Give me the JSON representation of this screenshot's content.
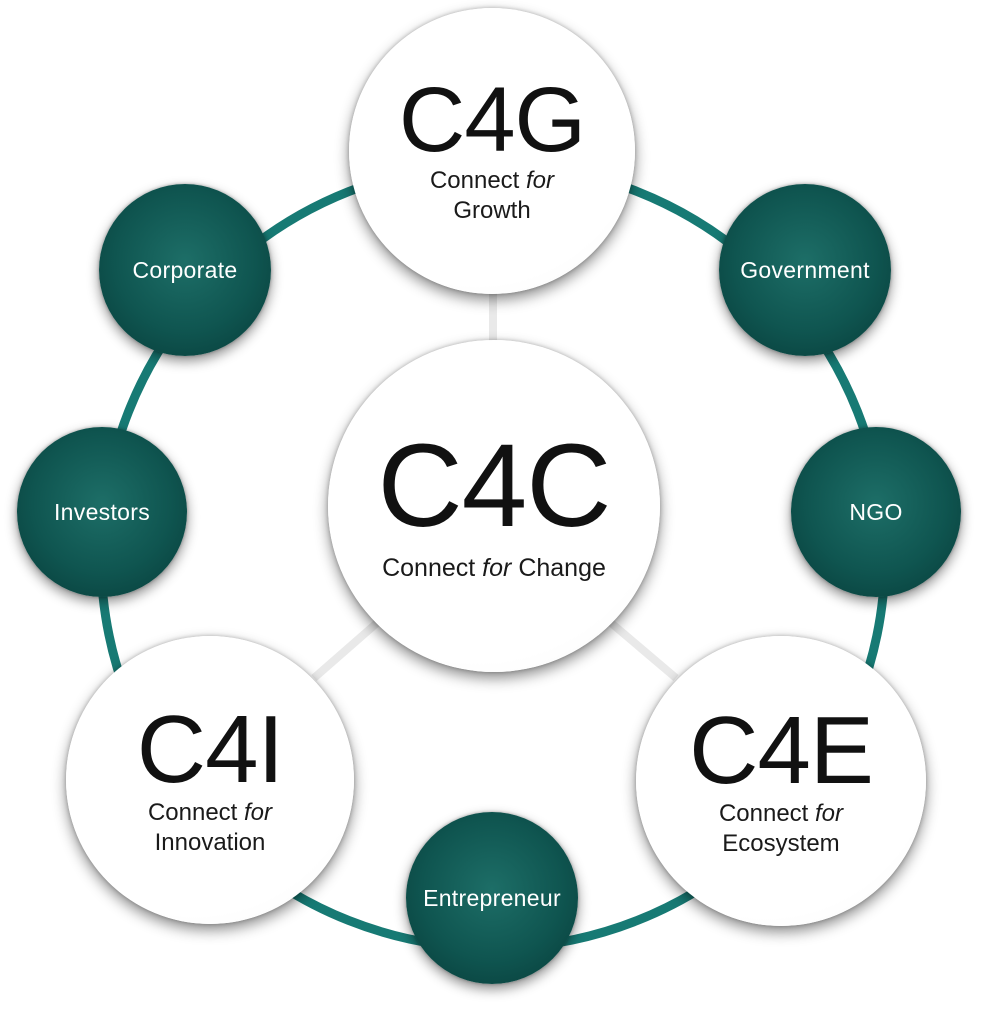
{
  "colors": {
    "ring": "#177a74",
    "teal_node": "#0f5550",
    "connector": "#f2f2f2"
  },
  "hubs": {
    "center": {
      "code": "C4C",
      "connect": "Connect",
      "for": "for",
      "rest": "Change"
    },
    "top": {
      "code": "C4G",
      "connect": "Connect",
      "for": "for",
      "rest": "Growth"
    },
    "left": {
      "code": "C4I",
      "connect": "Connect",
      "for": "for",
      "rest": "Innovation"
    },
    "right": {
      "code": "C4E",
      "connect": "Connect",
      "for": "for",
      "rest": "Ecosystem"
    }
  },
  "stakeholders": {
    "corporate": "Corporate",
    "government": "Government",
    "investors": "Investors",
    "ngo": "NGO",
    "entrepreneur": "Entrepreneur"
  }
}
